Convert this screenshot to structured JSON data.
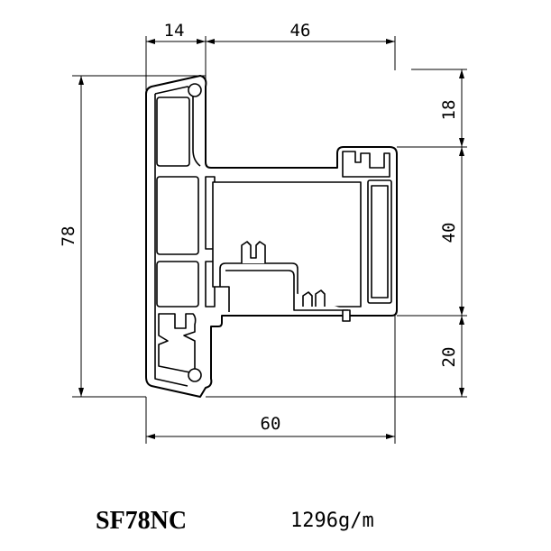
{
  "drawing": {
    "dimensions": {
      "top_left_width": "14",
      "top_right_width": "46",
      "total_width": "60",
      "total_height": "78",
      "right_top_height": "18",
      "right_middle_height": "40",
      "right_bottom_height": "20"
    },
    "model": "SF78NC",
    "weight": "1296g/m"
  }
}
